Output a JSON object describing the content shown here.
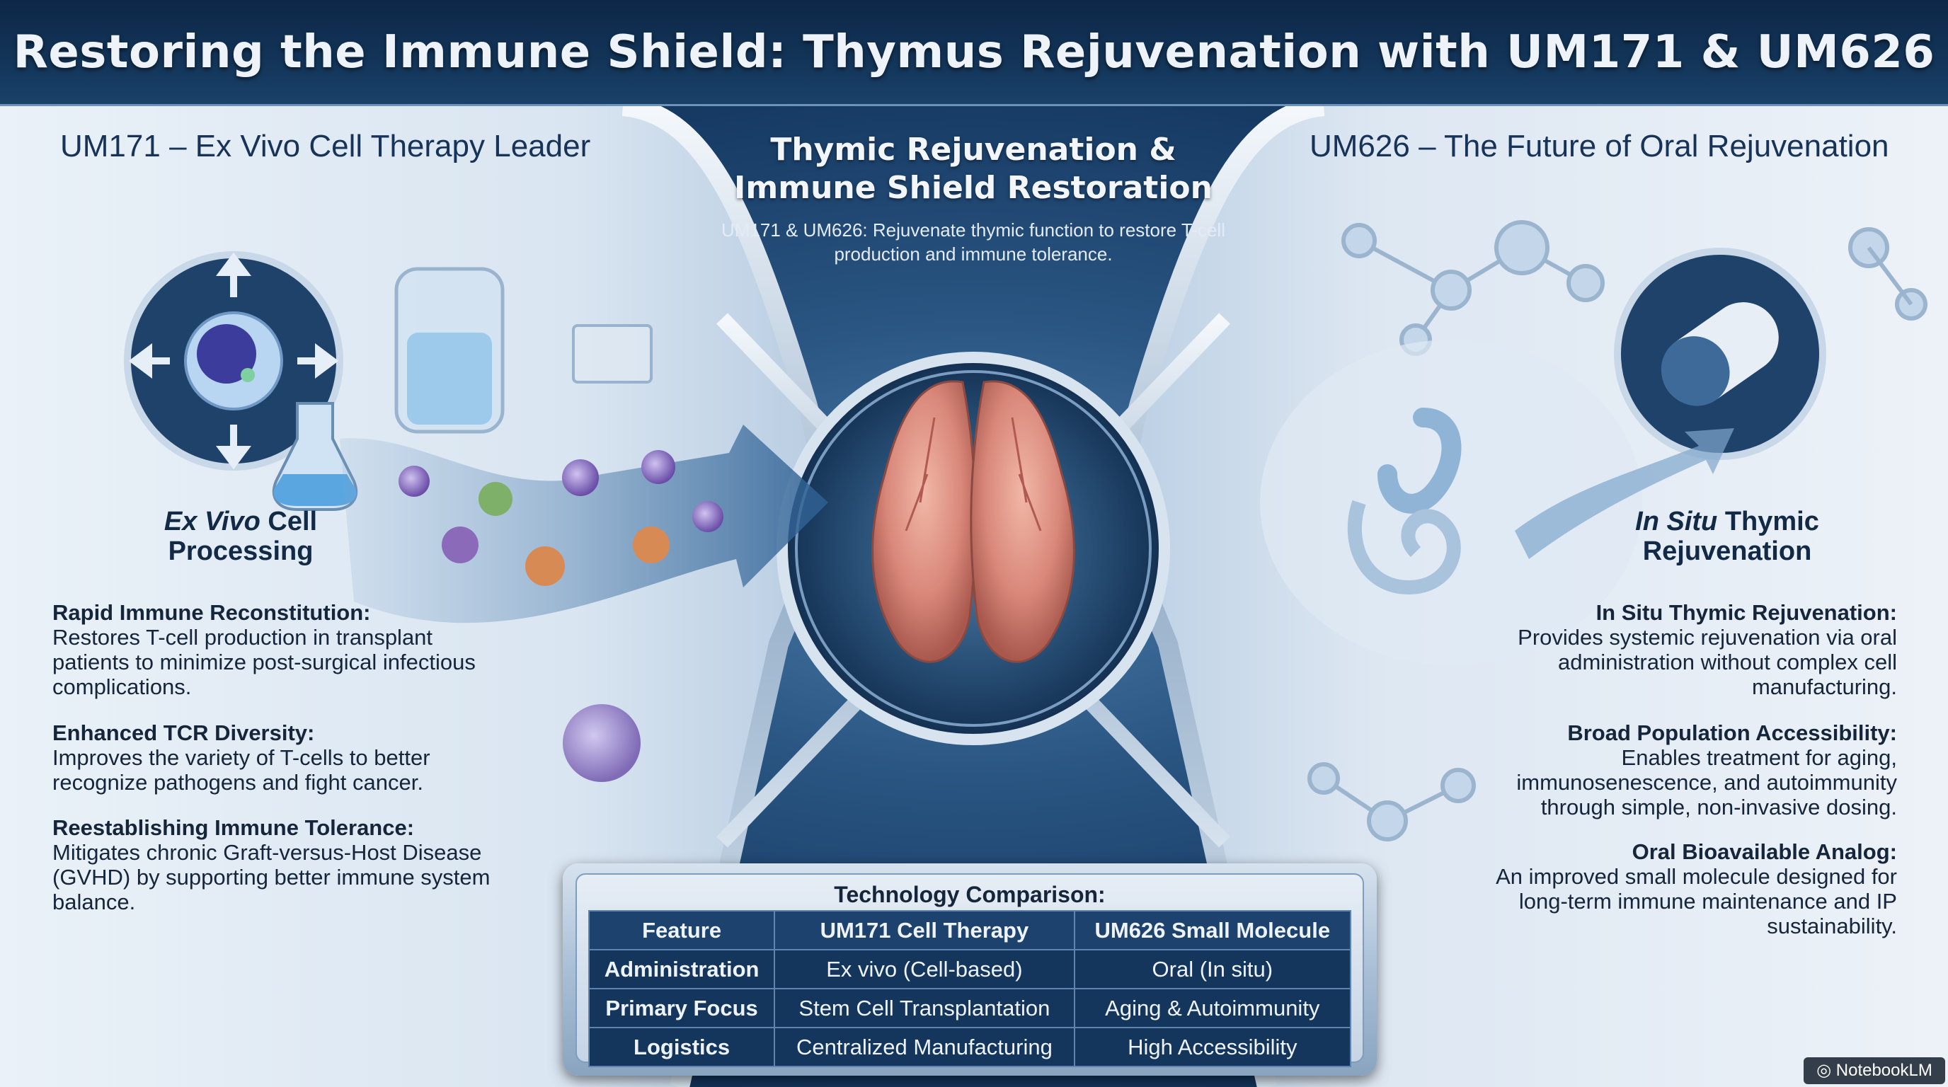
{
  "title": "Restoring the Immune Shield: Thymus Rejuvenation with UM171 & UM626",
  "left": {
    "heading": "UM171 – Ex Vivo Cell Therapy Leader",
    "process_label_italic": "Ex Vivo",
    "process_label_rest": "Cell",
    "process_label_line2": "Processing",
    "features": [
      {
        "title": "Rapid Immune Reconstitution:",
        "text": "Restores T-cell production in transplant patients to minimize post-surgical infectious complications."
      },
      {
        "title": "Enhanced TCR Diversity:",
        "text": "Improves the variety of T-cells to better recognize pathogens and fight cancer."
      },
      {
        "title": "Reestablishing Immune Tolerance:",
        "text": "Mitigates chronic Graft-versus-Host Disease (GVHD) by supporting better immune system balance."
      }
    ]
  },
  "center": {
    "heading_line1": "Thymic Rejuvenation &",
    "heading_line2": "Immune Shield Restoration",
    "subtitle": "UM171 & UM626: Rejuvenate thymic function to restore T-cell production and immune tolerance."
  },
  "right": {
    "heading": "UM626 – The Future of Oral Rejuvenation",
    "process_label_italic": "In Situ",
    "process_label_rest": "Thymic",
    "process_label_line2": "Rejuvenation",
    "features": [
      {
        "title": "In Situ Thymic Rejuvenation:",
        "text": "Provides systemic rejuvenation via oral administration without complex cell manufacturing."
      },
      {
        "title": "Broad Population Accessibility:",
        "text": "Enables treatment for aging, immunosenescence, and autoimmunity through simple, non-invasive dosing."
      },
      {
        "title": "Oral Bioavailable Analog:",
        "text": "An improved small molecule designed for long-term immune maintenance and IP sustainability."
      }
    ]
  },
  "comparison": {
    "caption": "Technology Comparison:",
    "headers": [
      "Feature",
      "UM171 Cell Therapy",
      "UM626 Small Molecule"
    ],
    "rows": [
      [
        "Administration",
        "Ex vivo (Cell-based)",
        "Oral (In situ)"
      ],
      [
        "Primary Focus",
        "Stem Cell Transplantation",
        "Aging & Autoimmunity"
      ],
      [
        "Logistics",
        "Centralized Manufacturing",
        "High Accessibility"
      ]
    ]
  },
  "watermark": "NotebookLM",
  "colors": {
    "header_bg": "#0d2747",
    "panel_light": "#e8eff7",
    "table_bg": "#15365c",
    "text_dark": "#15253a"
  }
}
